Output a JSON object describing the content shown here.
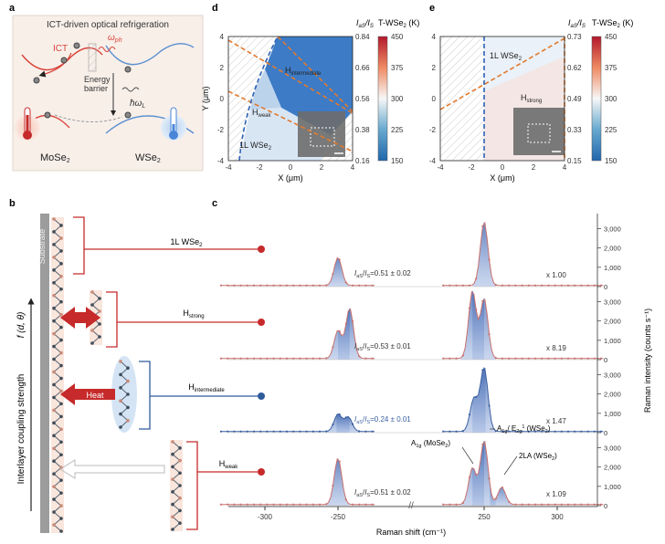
{
  "panel_labels": {
    "a": "a",
    "b": "b",
    "c": "c",
    "d": "d",
    "e": "e"
  },
  "panel_a": {
    "title": "ICT-driven optical refrigeration",
    "ict_label": "ICT",
    "omega_ph": "ω",
    "omega_ph_sub": "ph",
    "energy_barrier_line1": "Energy",
    "energy_barrier_line2": "barrier",
    "hbar_omega": "ħω",
    "hbar_omega_sub": "L",
    "mose2": "MoSe",
    "wse2": "WSe",
    "sub2": "2",
    "colors": {
      "left_band": "#d9433a",
      "right_band": "#5a8fd0",
      "thermo_hot": "#c62a2a",
      "thermo_cold": "#4a86d8"
    }
  },
  "panel_d": {
    "x_label": "X (μm)",
    "y_label": "Y (μm)",
    "x_ticks": [
      "-4",
      "-2",
      "0",
      "2",
      "4"
    ],
    "y_ticks": [
      "4",
      "2",
      "0",
      "-2",
      "-4"
    ],
    "ratio_header": "I",
    "ratio_header_sub1": "aS",
    "ratio_header_sub2": "S",
    "ratio_ticks": [
      "0.84",
      "0.66",
      "0.56",
      "0.38",
      "0.16"
    ],
    "temp_header": "T-WSe",
    "temp_ticks": [
      "450",
      "375",
      "300",
      "225",
      "150"
    ],
    "region_labels": {
      "intermediate": "H",
      "intermediate_sub": "intermediate",
      "weak": "H",
      "weak_sub": "weak",
      "mono": "1L WSe",
      "mono_sub": "2"
    }
  },
  "panel_e": {
    "x_label": "X (μm)",
    "x_ticks": [
      "-4",
      "-2",
      "0",
      "2",
      "4"
    ],
    "y_ticks": [
      "4",
      "2",
      "0",
      "-2",
      "-4"
    ],
    "ratio_header": "I",
    "ratio_header_sub1": "aS",
    "ratio_header_sub2": "S",
    "ratio_ticks": [
      "0.73",
      "0.62",
      "0.49",
      "0.33",
      "0.15"
    ],
    "temp_header": "T-WSe",
    "temp_ticks": [
      "450",
      "375",
      "300",
      "225",
      "150"
    ],
    "region_labels": {
      "mono": "1L WSe",
      "mono_sub": "2",
      "strong": "H",
      "strong_sub": "strong"
    }
  },
  "panel_b": {
    "substrate": "Substrate",
    "axis_label": "Interlayer coupling strength",
    "axis_func": "f (d, θ)",
    "heat": "Heat",
    "rows": [
      {
        "label": "1L WSe",
        "label_sub": "2",
        "color": "#c62a2a"
      },
      {
        "label": "H",
        "label_sub": "strong",
        "color": "#c62a2a"
      },
      {
        "label": "H",
        "label_sub": "intermediate",
        "color": "#2f5b9a"
      },
      {
        "label": "H",
        "label_sub": "weak",
        "color": "#c62a2a"
      }
    ]
  },
  "chart_data": {
    "type": "line",
    "xlabel": "Raman shift (cm⁻¹)",
    "ylabel": "Raman intensity (counts s⁻¹)",
    "x_ticks": [
      "-300",
      "-250",
      "250",
      "300"
    ],
    "y_ticks": [
      "0",
      "1,000",
      "2,000",
      "3,000"
    ],
    "ylim": [
      0,
      3500
    ],
    "panels": [
      {
        "ratio_text": "I",
        "ratio_sub": "aS",
        "ratio_sub2": "S",
        "ratio_value": "=0.51 ± 0.02",
        "scale": "x 1.00",
        "color": "#c9716f",
        "peaks_neg": [
          [
            -250,
            1450
          ]
        ],
        "peaks_pos": [
          [
            250,
            3300
          ]
        ]
      },
      {
        "ratio_text": "I",
        "ratio_sub": "aS",
        "ratio_sub2": "S",
        "ratio_value": "=0.53 ± 0.01",
        "scale": "x 8.19",
        "color": "#c9716f",
        "peaks_neg": [
          [
            -250,
            1450
          ],
          [
            -242,
            2600
          ]
        ],
        "peaks_pos": [
          [
            242,
            3500
          ],
          [
            250,
            3100
          ]
        ]
      },
      {
        "ratio_text": "I",
        "ratio_sub": "aS",
        "ratio_sub2": "S",
        "ratio_value": "=0.24 ± 0.01",
        "scale": "x 1.47",
        "color": "#3a5fa0",
        "peaks_neg": [
          [
            -250,
            900
          ],
          [
            -243,
            750
          ]
        ],
        "peaks_pos": [
          [
            243,
            1700
          ],
          [
            250,
            3300
          ]
        ]
      },
      {
        "ratio_text": "I",
        "ratio_sub": "aS",
        "ratio_sub2": "S",
        "ratio_value": "=0.51 ± 0.02",
        "scale": "x 1.09",
        "color": "#c9716f",
        "peaks_neg": [
          [
            -250,
            2400
          ]
        ],
        "peaks_pos": [
          [
            242,
            1900
          ],
          [
            250,
            3300
          ],
          [
            262,
            900
          ]
        ]
      }
    ],
    "annotations": {
      "a1g_mose2": "A",
      "a1g_mose2_sub": "1g",
      "a1g_mose2_rest": " (MoSe",
      "a1g_mose2_end": ")",
      "a1g_wse2": "A",
      "a1g_wse2_sub": "1g",
      "a1g_wse2_mid": "/ E",
      "a1g_wse2_sub2": "2g",
      "a1g_wse2_sup": "1",
      "a1g_wse2_rest": " (WSe",
      "a1g_wse2_end": ")",
      "la_wse2": "2LA (WSe",
      "la_wse2_end": ")",
      "sub2": "2"
    }
  }
}
